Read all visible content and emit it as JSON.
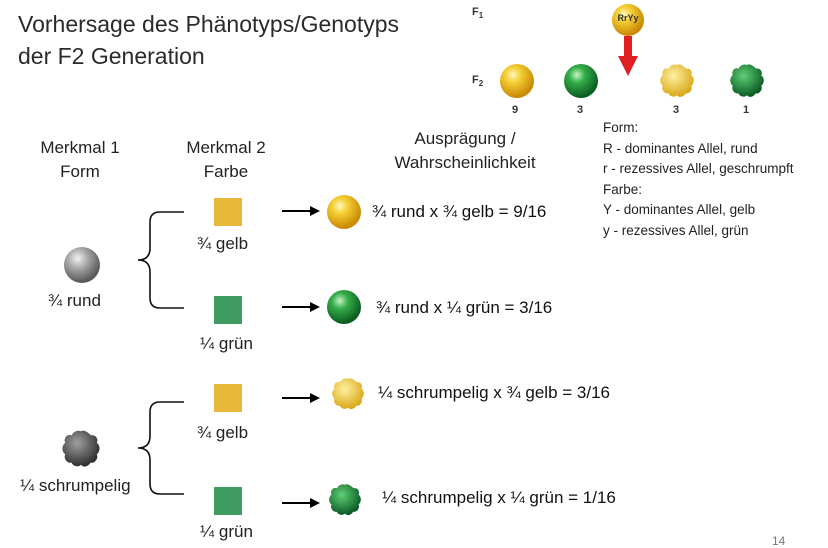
{
  "title": {
    "line1": "Vorhersage des Phänotyps/Genotyps",
    "line2": "der F2 Generation"
  },
  "header": {
    "merkmal1_line1": "Merkmal 1",
    "merkmal1_line2": "Form",
    "merkmal2_line1": "Merkmal 2",
    "merkmal2_line2": "Farbe",
    "auspraegung_line1": "Ausprägung /",
    "auspraegung_line2": "Wahrscheinlichkeit"
  },
  "figure": {
    "f1_label": "F",
    "f1_sub": "1",
    "f1_genotype": "RrYy",
    "f2_label": "F",
    "f2_sub": "2",
    "counts": [
      "9",
      "3",
      "3",
      "1"
    ]
  },
  "legend": {
    "form_title": "Form:",
    "form_R": "R - dominantes Allel, rund",
    "form_r": "r - rezessives Allel, geschrumpft",
    "farbe_title": "Farbe:",
    "farbe_Y": "Y - dominantes Allel, gelb",
    "farbe_y": "y - rezessives Allel, grün"
  },
  "labels": {
    "rund": "¾ rund",
    "schrumpelig": "¼ schrumpelig",
    "gelb_1": "¾ gelb",
    "gruen_1": "¼ grün",
    "gelb_2": "¾ gelb",
    "gruen_2": "¼ grün"
  },
  "results": {
    "r1": "¾ rund x ¾ gelb = 9/16",
    "r2": "¾ rund x ¼ grün = 3/16",
    "r3": "¼ schrumpelig x ¾ gelb = 3/16",
    "r4": "¼ schrumpelig x ¼ grün = 1/16"
  },
  "colors": {
    "yellow": "#e8b83a",
    "green": "#3f9b5f",
    "arrow_red": "#e02020"
  },
  "page_number": "14"
}
